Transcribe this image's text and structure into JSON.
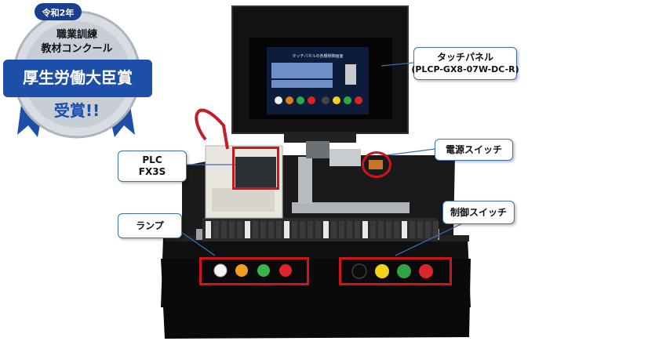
{
  "badge": {
    "ribbon": "令和2年",
    "line1": "職業訓練",
    "line2": "教材コンクール",
    "award": "厚生労働大臣賞",
    "received": "受賞!!",
    "colors": {
      "blue": "#1e4fa8",
      "silver": "#d9dde3",
      "ribbon": "#1a3f8f"
    }
  },
  "panel": {
    "screen_title": "タッチパネルの各種制御画面"
  },
  "callouts": {
    "touch_panel": {
      "line1": "タッチパネル",
      "line2": "(PLCP-GX8-07W-DC-R)"
    },
    "power_switch": {
      "line1": "電源スイッチ"
    },
    "plc": {
      "line1": "PLC",
      "line2": "FX3S"
    },
    "lamp": {
      "line1": "ランプ"
    },
    "control_switch": {
      "line1": "制御スイッチ"
    }
  },
  "colors": {
    "highlight": "#d0141b",
    "callout_border": "#3b6fb6",
    "leader": "#3b6fb6"
  },
  "lamps": [
    "white",
    "orange",
    "green",
    "red"
  ],
  "switches": [
    "black",
    "yellow",
    "green",
    "red"
  ]
}
